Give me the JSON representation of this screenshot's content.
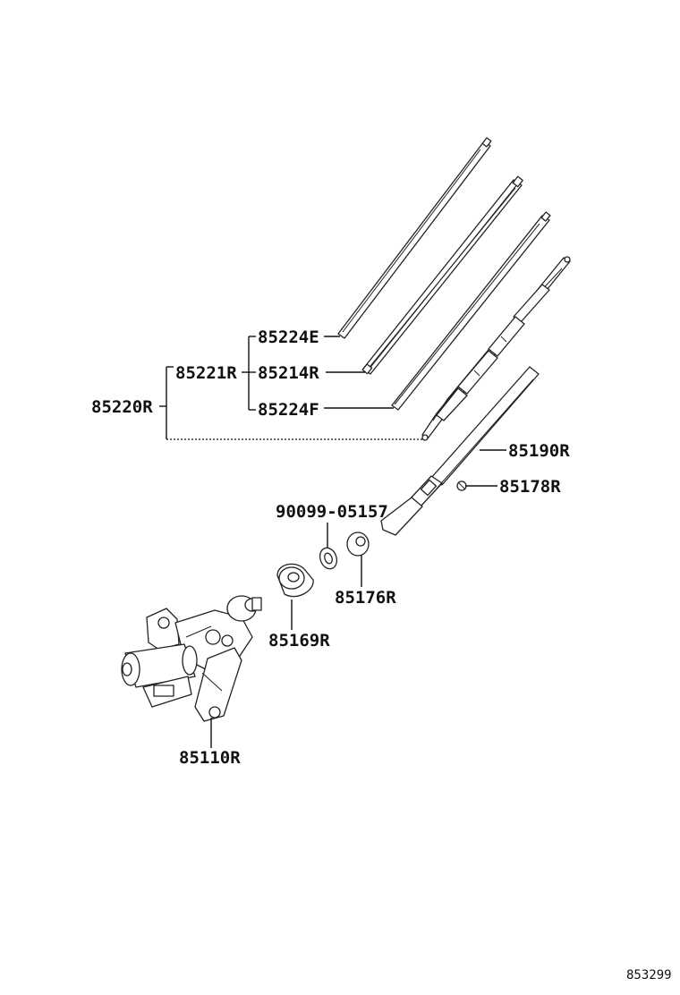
{
  "diagram": {
    "labels": {
      "p85224E": "85224E",
      "p85221R": "85221R",
      "p85214R": "85214R",
      "p85224F": "85224F",
      "p85220R": "85220R",
      "p85190R": "85190R",
      "p85178R": "85178R",
      "p90099": "90099-05157",
      "p85176R": "85176R",
      "p85169R": "85169R",
      "p85110R": "85110R"
    },
    "reference_number": "853299",
    "colors": {
      "ink": "#222222",
      "background": "#ffffff"
    }
  }
}
